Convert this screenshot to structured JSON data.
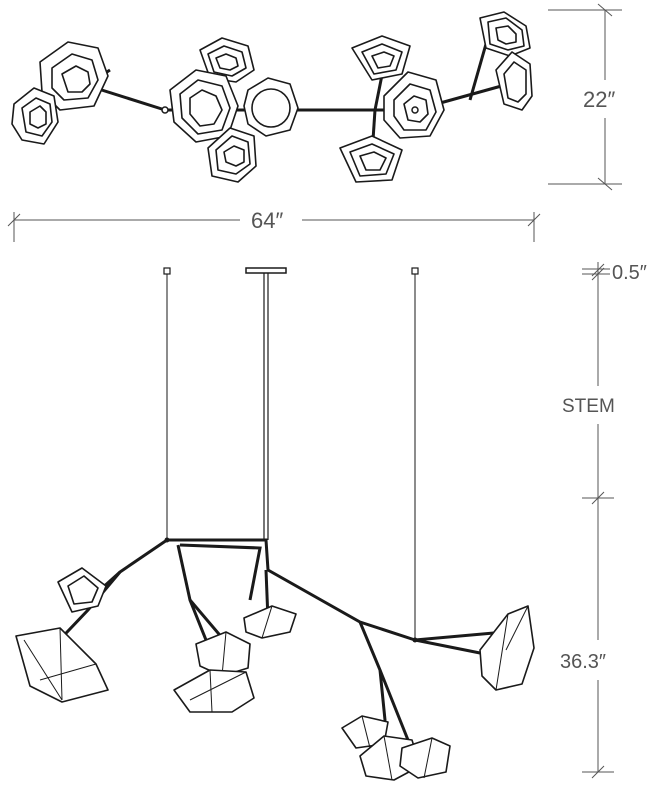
{
  "dimensions": {
    "width_label": "64″",
    "height_top_label": "22″",
    "canopy_label": "0.5″",
    "stem_label": "STEM",
    "body_label": "36.3″"
  },
  "colors": {
    "line": "#1a1a1a",
    "dimension": "#555555",
    "background": "#ffffff"
  }
}
